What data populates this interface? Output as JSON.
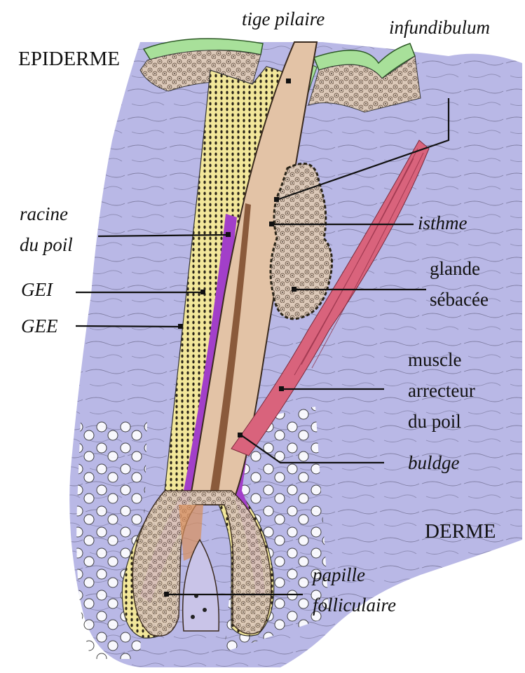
{
  "labels": {
    "epiderme": "EPIDERME",
    "tige_pilaire": "tige pilaire",
    "infundibulum": "infundibulum",
    "racine_line1": "racine",
    "racine_line2": "du poil",
    "isthme": "isthme",
    "glande_line1": "glande",
    "glande_line2": "sébacée",
    "gei": "GEI",
    "gee": "GEE",
    "muscle_line1": "muscle",
    "muscle_line2": "arrecteur",
    "muscle_line3": "du poil",
    "buldge": "buldge",
    "derme": "DERME",
    "papille_line1": "papille",
    "papille_line2": "folliculaire"
  },
  "colors": {
    "derme": "#b9b8e6",
    "epiderme_surface": "#a8e09a",
    "gaine_epitheliale_interne": "#a23fc9",
    "gaine_epitheliale_externe": "#f2e79a",
    "tige": "#e3c3a6",
    "medulla": "#8a5a3b",
    "muscle": "#d9637c",
    "follicle_cells": "#d8c4b4"
  }
}
